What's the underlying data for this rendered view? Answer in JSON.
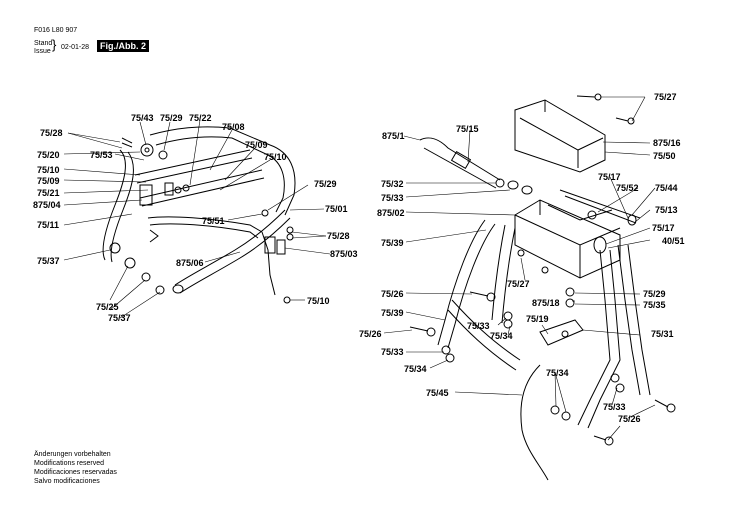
{
  "header": {
    "doc_number": "F016 L80 907",
    "stand": "Stand",
    "issue": "Issue",
    "date": "02-01-28",
    "figure": "Fig./Abb. 2"
  },
  "left_labels": {
    "l_75_28": "75/28",
    "l_75_43": "75/43",
    "l_75_29a": "75/29",
    "l_75_22": "75/22",
    "l_75_08": "75/08",
    "l_75_09a": "75/09",
    "l_75_10a": "75/10",
    "l_75_20": "75/20",
    "l_75_53": "75/53",
    "l_75_10b": "75/10",
    "l_75_09b": "75/09",
    "l_75_21": "75/21",
    "l_875_04": "875/04",
    "l_75_29b": "75/29",
    "l_75_01": "75/01",
    "l_75_51": "75/51",
    "l_75_11": "75/11",
    "l_75_28b": "75/28",
    "l_875_03": "875/03",
    "l_75_37a": "75/37",
    "l_875_06": "875/06",
    "l_75_25": "75/25",
    "l_75_37b": "75/37",
    "l_75_10c": "75/10"
  },
  "right_labels": {
    "r_75_27a": "75/27",
    "r_875_1": "875/1",
    "r_75_15": "75/15",
    "r_875_16": "875/16",
    "r_75_50": "75/50",
    "r_75_32": "75/32",
    "r_75_33a": "75/33",
    "r_875_02": "875/02",
    "r_75_17a": "75/17",
    "r_75_52": "75/52",
    "r_75_44": "75/44",
    "r_75_13": "75/13",
    "r_75_39a": "75/39",
    "r_75_17b": "75/17",
    "r_40_51": "40/51",
    "r_75_27b": "75/27",
    "r_75_26a": "75/26",
    "r_75_29": "75/29",
    "r_875_18": "875/18",
    "r_75_35": "75/35",
    "r_75_39b": "75/39",
    "r_75_19": "75/19",
    "r_75_33b": "75/33",
    "r_75_31": "75/31",
    "r_75_26b": "75/26",
    "r_75_34a": "75/34",
    "r_75_33c": "75/33",
    "r_75_34b": "75/34",
    "r_75_34c": "75/34",
    "r_75_45": "75/45",
    "r_75_33d": "75/33",
    "r_75_26c": "75/26"
  },
  "footer": [
    "Änderungen vorbehalten",
    "Modifications reserved",
    "Modificaciones reservadas",
    "Salvo modificaciones"
  ]
}
